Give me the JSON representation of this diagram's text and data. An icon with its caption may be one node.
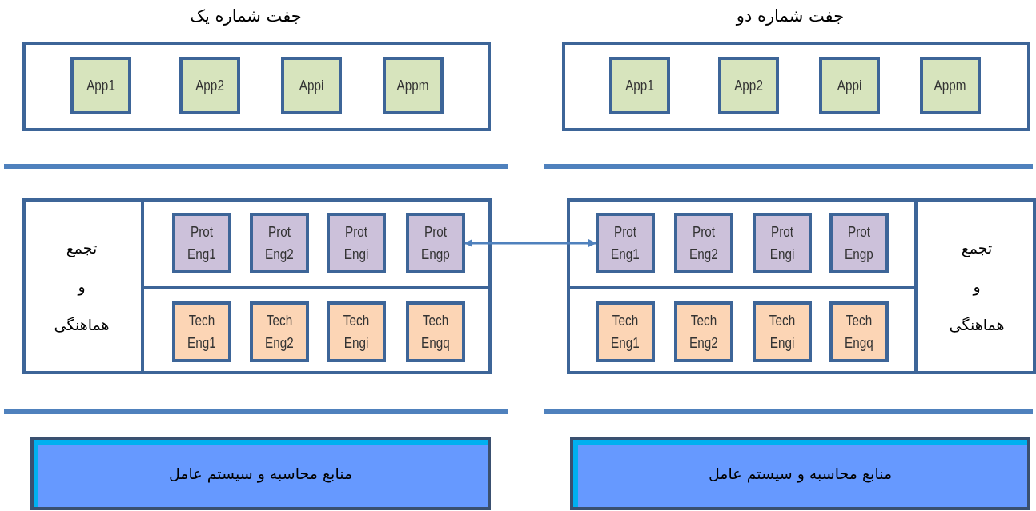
{
  "diagram": {
    "nodes": [
      {
        "text": [],
        "shape": "box"
      },
      {
        "text": [
          "App1"
        ],
        "in": 0
      },
      {
        "text": [
          "App2"
        ],
        "in": 0
      },
      {
        "text": [
          "Appi"
        ],
        "in": 0
      },
      {
        "text": [
          "Appm"
        ],
        "in": 0
      },
      {
        "text": [],
        "shape": "box"
      },
      {
        "text": [
          "تجمع و هماهنگی"
        ],
        "in": 5
      },
      {
        "text": [],
        "shape": "box",
        "in": 5
      },
      {
        "text": [
          "Prot Eng1"
        ],
        "in": 7
      },
      {
        "text": [
          "Prot Eng2"
        ],
        "in": 7
      },
      {
        "text": [
          "Prot Engi"
        ],
        "in": 7
      },
      {
        "text": [
          "Prot Engp"
        ],
        "in": 7
      },
      {
        "text": [],
        "shape": "box",
        "in": 5
      },
      {
        "text": [
          "Tech Eng1"
        ],
        "in": 12
      },
      {
        "text": [
          "Tech Eng2"
        ],
        "in": 12
      },
      {
        "text": [
          "Tech Engi"
        ],
        "in": 12
      },
      {
        "text": [
          "Tech Engq"
        ],
        "in": 12
      },
      {
        "text": [
          "منابع محاسبه و سیستم عامل"
        ]
      },
      {
        "text": [],
        "shape": "box"
      },
      {
        "text": [
          "App1"
        ],
        "in": 18
      },
      {
        "text": [
          "App2"
        ],
        "in": 18
      },
      {
        "text": [
          "Appi"
        ],
        "in": 18
      },
      {
        "text": [
          "Appm"
        ],
        "in": 18
      },
      {
        "text": [],
        "shape": "box"
      },
      {
        "text": [
          "تجمع و هماهنگی"
        ],
        "in": 23
      },
      {
        "text": [],
        "shape": "box",
        "in": 23
      },
      {
        "text": [
          "Prot Eng1"
        ],
        "in": 25
      },
      {
        "text": [
          "Prot Eng2"
        ],
        "in": 25
      },
      {
        "text": [
          "Prot Engi"
        ],
        "in": 25
      },
      {
        "text": [
          "Prot Engp"
        ],
        "in": 25
      },
      {
        "text": [],
        "shape": "box",
        "in": 23
      },
      {
        "text": [
          "Tech Eng1"
        ],
        "in": 30
      },
      {
        "text": [
          "Tech Eng2"
        ],
        "in": 30
      },
      {
        "text": [
          "Tech Engi"
        ],
        "in": 30
      },
      {
        "text": [
          "Tech Engq"
        ],
        "in": 30
      },
      {
        "text": [
          "منابع محاسبه و سیستم عامل"
        ]
      }
    ],
    "edges": [
      {
        "from": 11,
        "to": 26,
        "arrow": "both"
      }
    ],
    "labels": [
      "جفت شماره یک",
      "جفت شماره دو"
    ]
  }
}
